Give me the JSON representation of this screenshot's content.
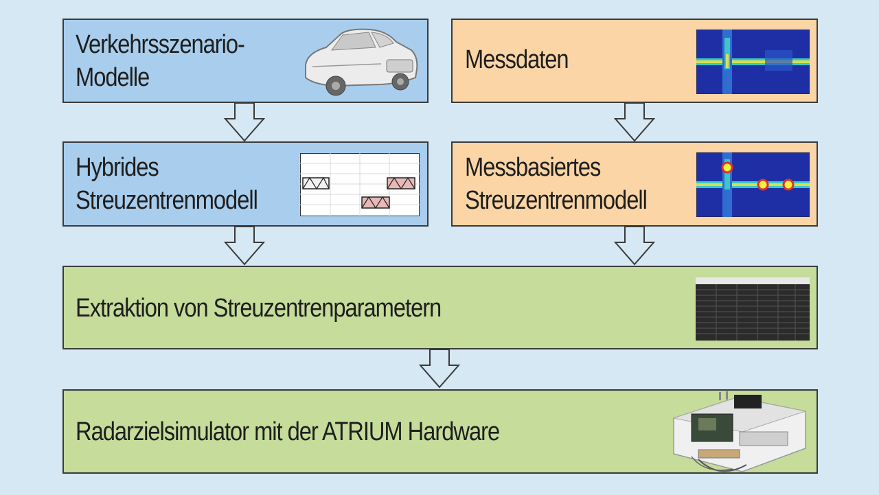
{
  "boxes": {
    "scenario": {
      "lines": [
        "Verkehrsszenario-",
        "Modelle"
      ],
      "thumb_icon": "car-model-icon"
    },
    "measurement": {
      "lines": [
        "Messdaten"
      ],
      "thumb_icon": "radar-spectrum-icon"
    },
    "hybrid": {
      "lines": [
        "Hybrides",
        "Streuzentrenmodell"
      ],
      "thumb_icon": "hybrid-model-grid-icon"
    },
    "measured_model": {
      "lines": [
        "Messbasiertes",
        "Streuzentrenmodell"
      ],
      "thumb_icon": "scatter-centers-spectrum-icon"
    },
    "extraction": {
      "lines": [
        "Extraktion von Streuzentrenparametern"
      ],
      "thumb_icon": "parameter-table-icon"
    },
    "simulator": {
      "lines": [
        "Radarzielsimulator mit der ATRIUM Hardware"
      ],
      "thumb_icon": "atrium-hardware-icon"
    }
  },
  "colors": {
    "background": "#d6e8f4",
    "blue_box": "#a9cdec",
    "orange_box": "#fbd5a5",
    "green_box": "#c5dc9a",
    "border": "#3a3a3a"
  }
}
